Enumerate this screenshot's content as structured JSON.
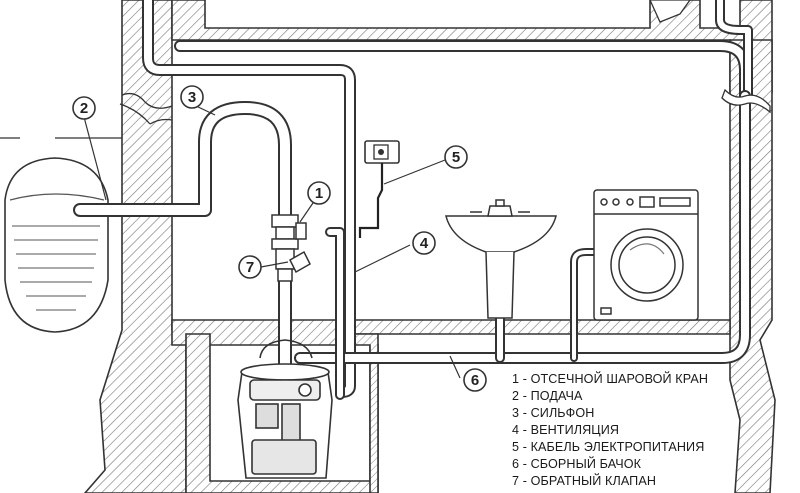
{
  "legend": {
    "items": [
      {
        "num": "1",
        "label": "1 - ОТСЕЧНОЙ ШАРОВОЙ КРАН"
      },
      {
        "num": "2",
        "label": "2 - ПОДАЧА"
      },
      {
        "num": "3",
        "label": "3 - СИЛЬФОН"
      },
      {
        "num": "4",
        "label": "4 - ВЕНТИЛЯЦИЯ"
      },
      {
        "num": "5",
        "label": "5 - КАБЕЛЬ ЭЛЕКТРОПИТАНИЯ"
      },
      {
        "num": "6",
        "label": "6 - СБОРНЫЙ БАЧОК"
      },
      {
        "num": "7",
        "label": "7 - ОБРАТНЫЙ КЛАПАН"
      }
    ]
  },
  "callouts": [
    "1",
    "2",
    "3",
    "4",
    "5",
    "6",
    "7"
  ],
  "colors": {
    "line": "#333333",
    "hatch": "#6f6f6f",
    "water": "#555555",
    "background": "#ffffff"
  }
}
